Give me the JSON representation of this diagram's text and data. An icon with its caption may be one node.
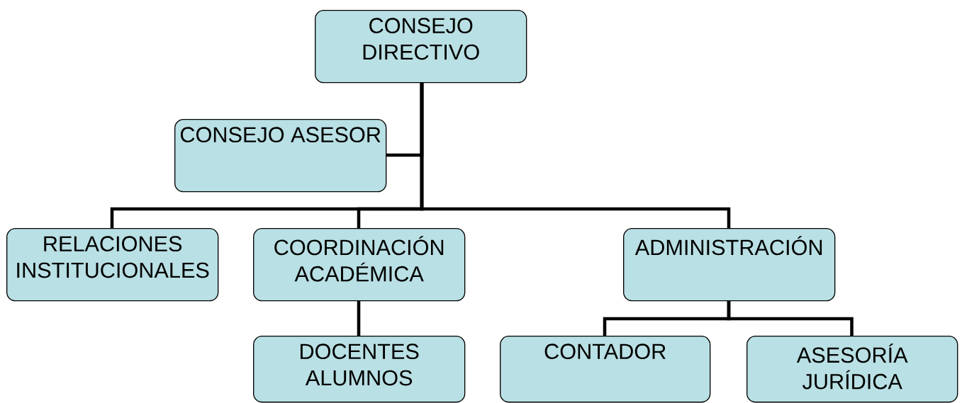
{
  "diagram": {
    "nodes": [
      {
        "text": [
          "CONSEJO DIRECTIVO"
        ]
      },
      {
        "text": [
          "CONSEJO ASESOR"
        ]
      },
      {
        "text": [
          "RELACIONES INSTITUCIONALES"
        ]
      },
      {
        "text": [
          "COORDINACIÓN ACADÉMICA"
        ]
      },
      {
        "text": [
          "ADMINISTRACIÓN"
        ]
      },
      {
        "text": [
          "DOCENTES ALUMNOS"
        ]
      },
      {
        "text": [
          "CONTADOR"
        ]
      },
      {
        "text": [
          "ASESORÍA JURÍDICA"
        ]
      }
    ],
    "edges": [
      {
        "from": 0,
        "to": 1,
        "arrow": "none"
      },
      {
        "from": 0,
        "to": 2,
        "arrow": "none"
      },
      {
        "from": 0,
        "to": 3,
        "arrow": "none"
      },
      {
        "from": 0,
        "to": 4,
        "arrow": "none"
      },
      {
        "from": 3,
        "to": 5,
        "arrow": "none"
      },
      {
        "from": 4,
        "to": 6,
        "arrow": "none"
      },
      {
        "from": 4,
        "to": 7,
        "arrow": "none"
      }
    ]
  }
}
